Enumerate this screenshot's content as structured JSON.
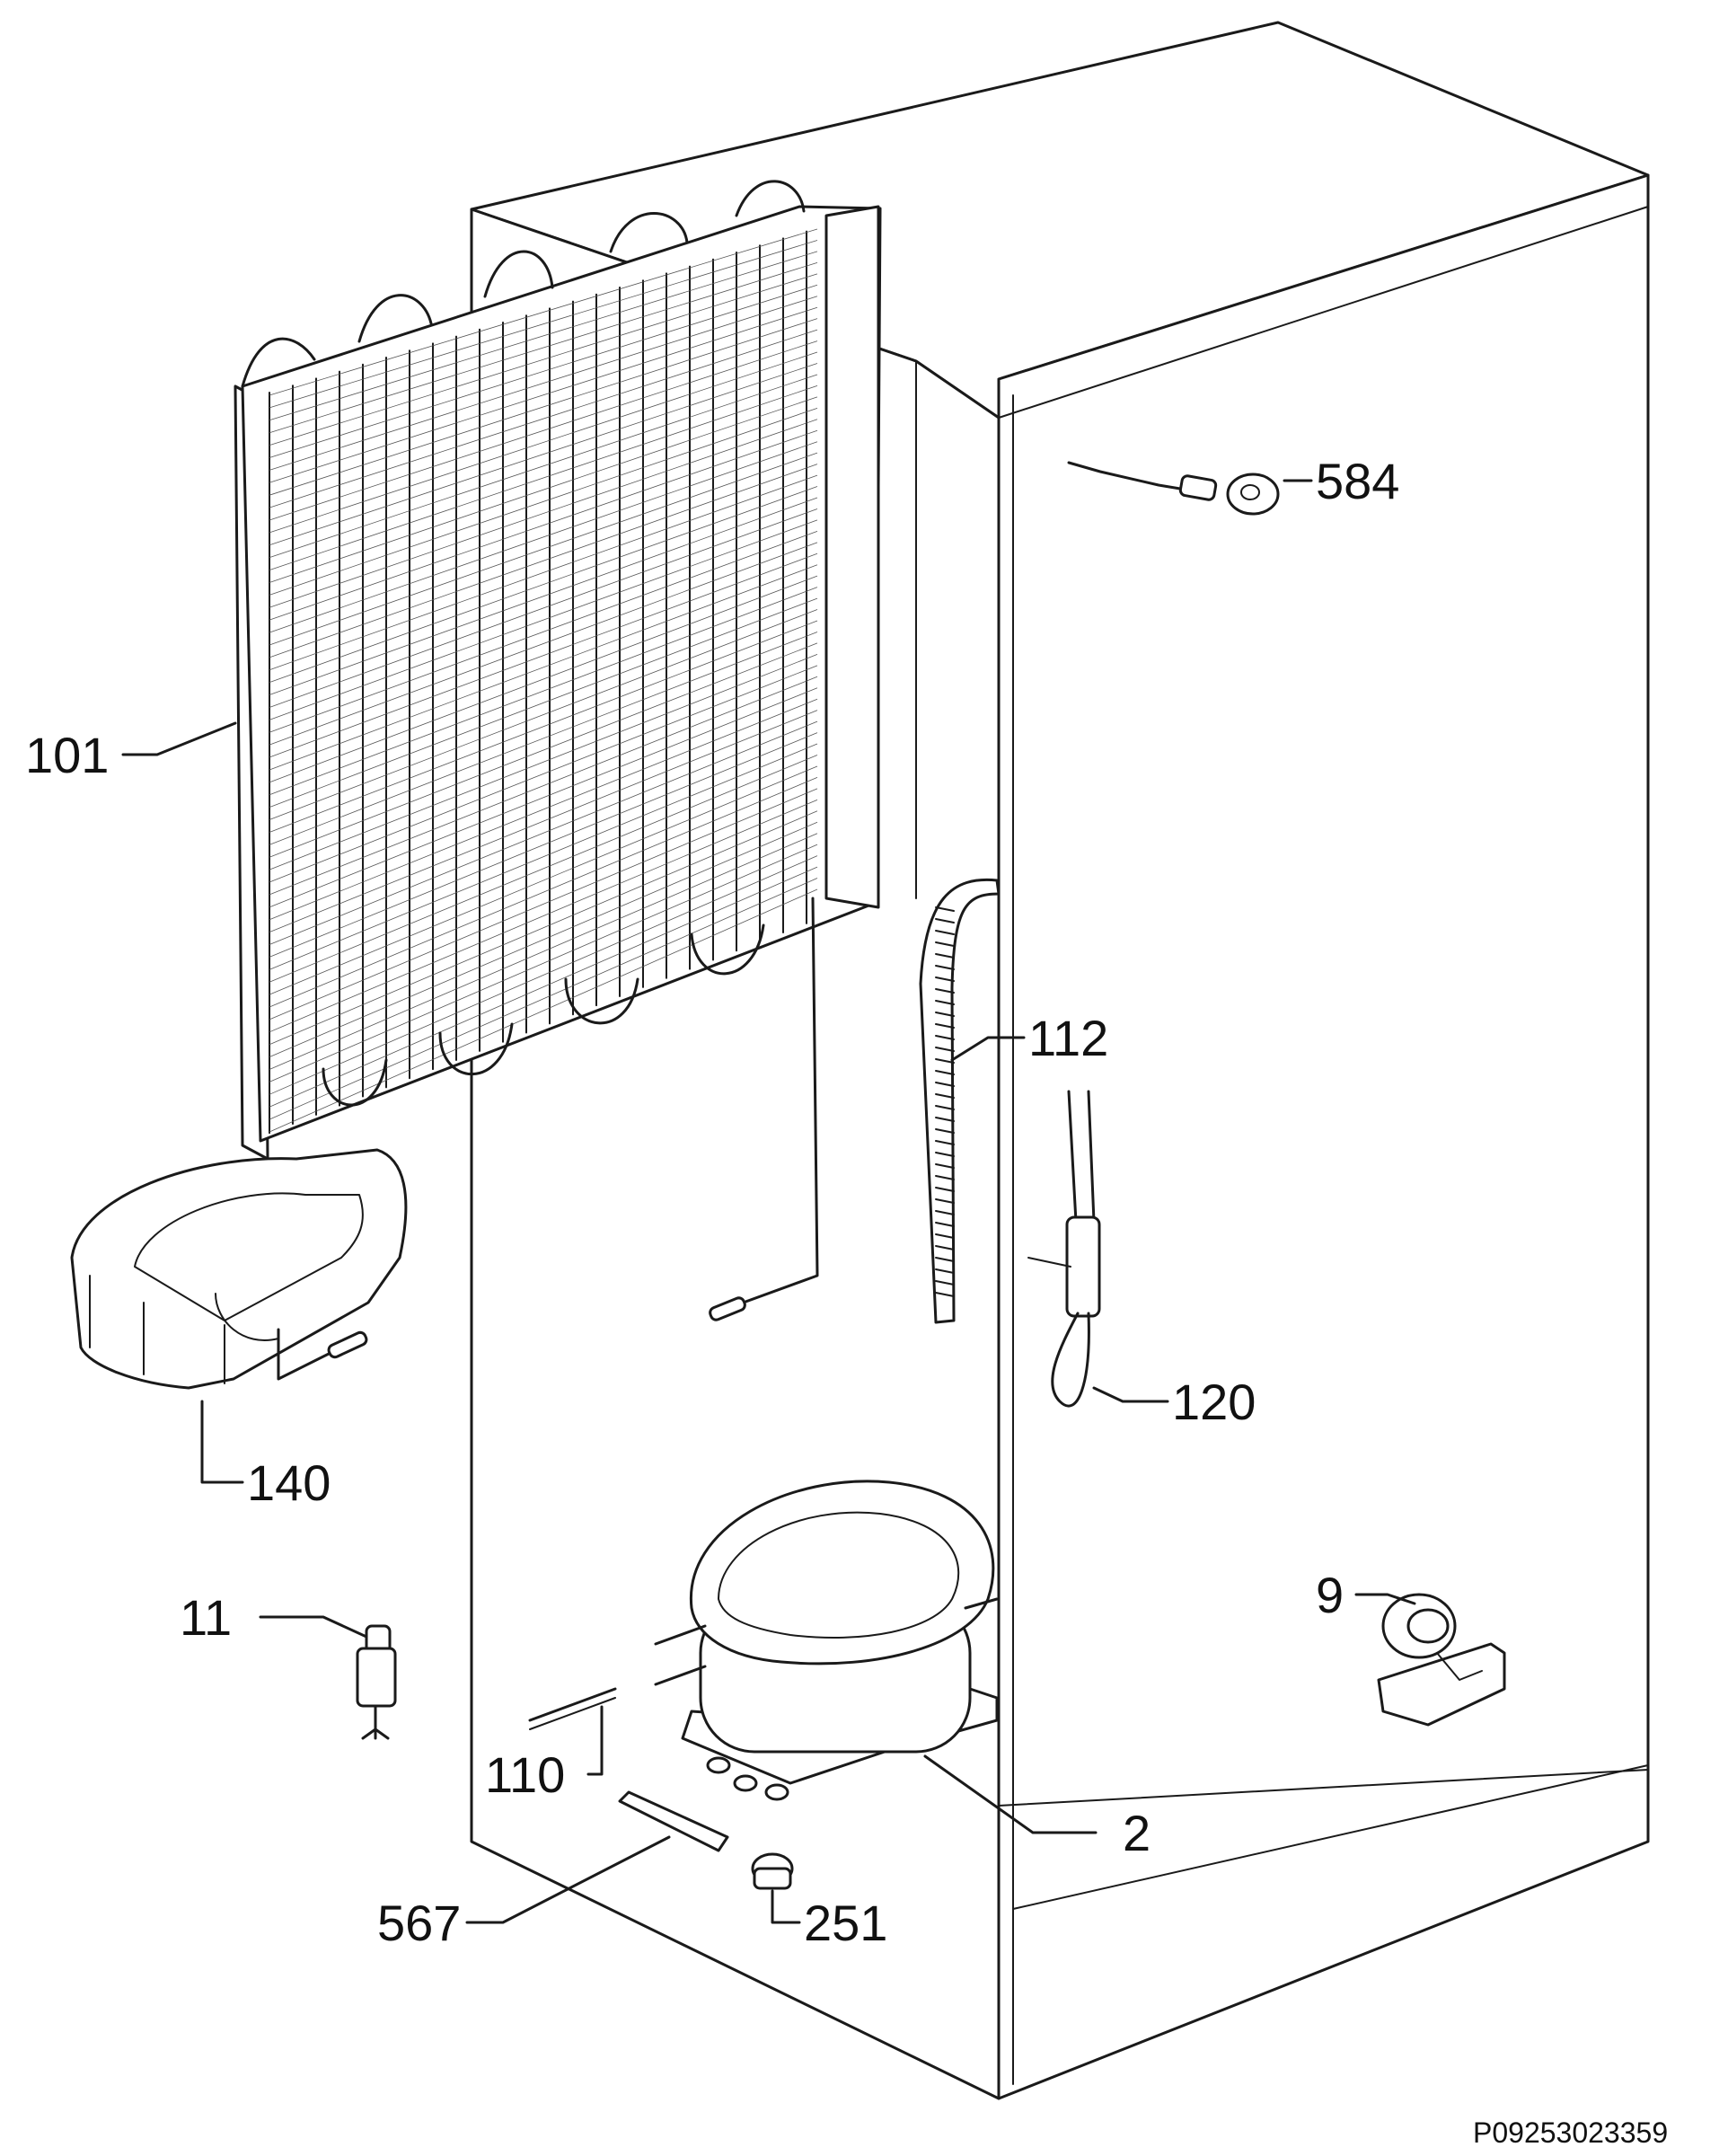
{
  "diagram": {
    "drawing_number": "P09253023359",
    "callouts": [
      {
        "id": "584",
        "label": "584"
      },
      {
        "id": "101",
        "label": "101"
      },
      {
        "id": "112",
        "label": "112"
      },
      {
        "id": "120",
        "label": "120"
      },
      {
        "id": "140",
        "label": "140"
      },
      {
        "id": "11",
        "label": "11"
      },
      {
        "id": "9",
        "label": "9"
      },
      {
        "id": "110",
        "label": "110"
      },
      {
        "id": "2",
        "label": "2"
      },
      {
        "id": "567",
        "label": "567"
      },
      {
        "id": "251",
        "label": "251"
      }
    ]
  }
}
